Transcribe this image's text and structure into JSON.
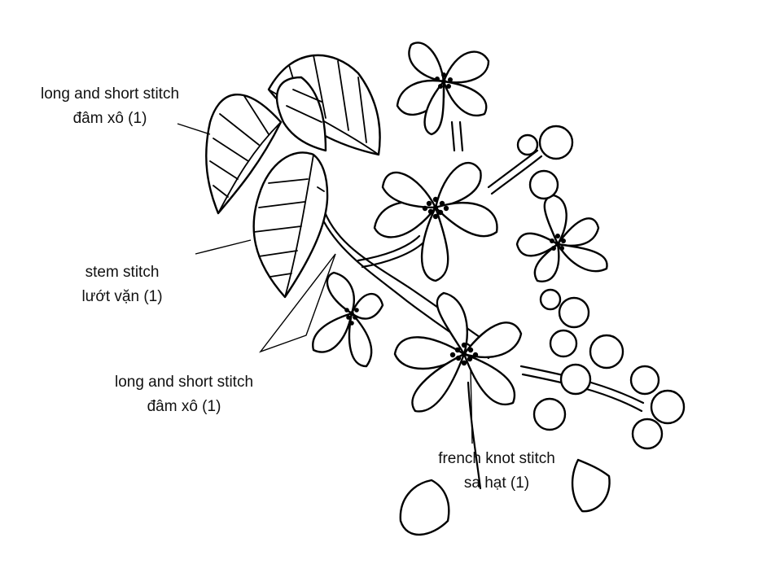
{
  "labels": [
    {
      "line1": "long and short stitch",
      "line2": "đâm xô (1)"
    },
    {
      "line1": "stem stitch",
      "line2": "lướt vặn (1)"
    },
    {
      "line1": "long and short stitch",
      "line2": "đâm xô (1)"
    },
    {
      "line1": "french knot stitch",
      "line2": "sa hạt (1)"
    }
  ],
  "colors": {
    "ink": "#000000",
    "background": "#ffffff",
    "text": "#111111"
  }
}
